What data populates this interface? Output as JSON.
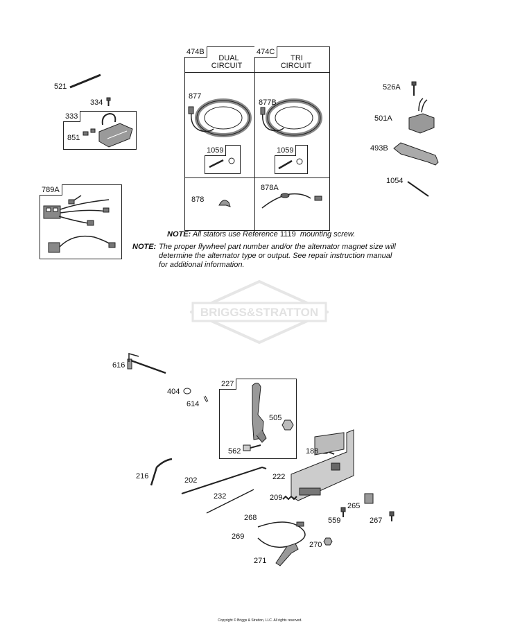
{
  "labels": {
    "p521": "521",
    "p334": "334",
    "p333": "333",
    "p851": "851",
    "p789A": "789A",
    "p877": "877",
    "p877B": "877B",
    "p1059a": "1059",
    "p1059b": "1059",
    "p878": "878",
    "p878A": "878A",
    "p526A": "526A",
    "p501A": "501A",
    "p493B": "493B",
    "p1054": "1054",
    "p474B": "474B",
    "p474C": "474C",
    "p616": "616",
    "p404": "404",
    "p614": "614",
    "p227": "227",
    "p505": "505",
    "p562": "562",
    "p188": "188",
    "p216": "216",
    "p202": "202",
    "p222": "222",
    "p232": "232",
    "p209": "209",
    "p265": "265",
    "p559": "559",
    "p267": "267",
    "p268": "268",
    "p269": "269",
    "p270": "270",
    "p271": "271"
  },
  "headings": {
    "dual_line1": "DUAL",
    "dual_line2": "CIRCUIT",
    "tri_line1": "TRI",
    "tri_line2": "CIRCUIT"
  },
  "notes": {
    "note1_prefix": "NOTE:",
    "note1_text": "All stators use Reference",
    "note1_ref": "1119",
    "note1_suffix": "mounting screw.",
    "note2_prefix": "NOTE:",
    "note2_line1": "The proper flywheel part number and/or the alternator magnet size will",
    "note2_line2": "determine the alternator type or output. See repair instruction manual",
    "note2_line3": "for additional information."
  },
  "watermark": {
    "text": "BRIGGS&STRATTON"
  },
  "footer": {
    "copyright": "Copyright © Briggs & Stratton, LLC. All rights reserved."
  },
  "colors": {
    "line": "#222222",
    "part_fill": "#8a8a8a",
    "dark": "#333333",
    "watermark": "#e4e4e4"
  }
}
